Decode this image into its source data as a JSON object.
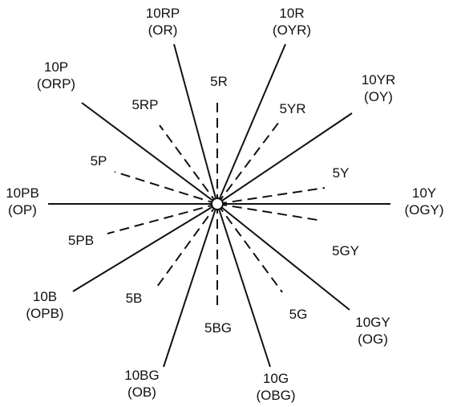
{
  "colors": {
    "line": "#111111",
    "background": "#ffffff"
  },
  "major_spokes": [
    {
      "hue": "10RP",
      "iscc": "(OR)"
    },
    {
      "hue": "10R",
      "iscc": "(OYR)"
    },
    {
      "hue": "10YR",
      "iscc": "(OY)"
    },
    {
      "hue": "10Y",
      "iscc": "(OGY)"
    },
    {
      "hue": "10GY",
      "iscc": "(OG)"
    },
    {
      "hue": "10G",
      "iscc": "(OBG)"
    },
    {
      "hue": "10BG",
      "iscc": "(OB)"
    },
    {
      "hue": "10B",
      "iscc": "(OPB)"
    },
    {
      "hue": "10PB",
      "iscc": "(OP)"
    },
    {
      "hue": "10P",
      "iscc": "(ORP)"
    }
  ],
  "minor_spokes": [
    {
      "hue": "5R"
    },
    {
      "hue": "5YR"
    },
    {
      "hue": "5Y"
    },
    {
      "hue": "5GY"
    },
    {
      "hue": "5G"
    },
    {
      "hue": "5BG"
    },
    {
      "hue": "5B"
    },
    {
      "hue": "5PB"
    },
    {
      "hue": "5P"
    },
    {
      "hue": "5RP"
    }
  ]
}
